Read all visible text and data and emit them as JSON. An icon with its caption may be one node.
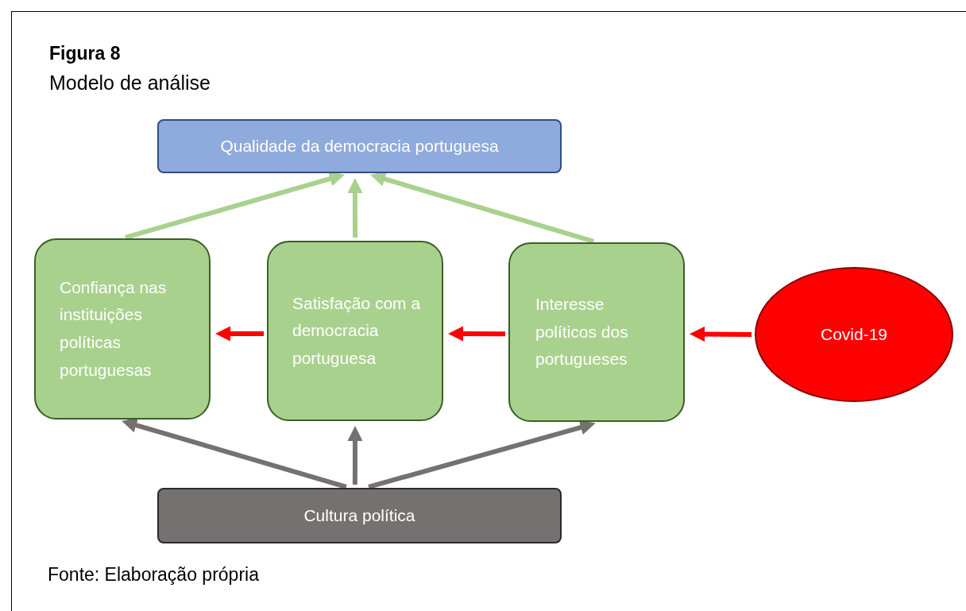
{
  "diagram": {
    "title": "Figura 8",
    "caption": "Fonte: Elaboração própria",
    "labels": [
      "Modelo de análise"
    ],
    "nodes": [
      {
        "text": [
          "Qualidade da democracia portuguesa"
        ]
      },
      {
        "text": [
          "Confiança nas instituições políticas portuguesas"
        ]
      },
      {
        "text": [
          "Satisfação com a democracia portuguesa"
        ]
      },
      {
        "text": [
          "Interesse políticos dos portugueses"
        ]
      },
      {
        "text": [
          "Covid-19"
        ]
      },
      {
        "text": [
          "Cultura política"
        ]
      }
    ],
    "edges": [
      {
        "from": 1,
        "to": 0,
        "arrow": "to",
        "color": "#a9d18e"
      },
      {
        "from": 2,
        "to": 0,
        "arrow": "to",
        "color": "#a9d18e"
      },
      {
        "from": 3,
        "to": 0,
        "arrow": "to",
        "color": "#a9d18e"
      },
      {
        "from": 2,
        "to": 1,
        "arrow": "to",
        "color": "#ff0000"
      },
      {
        "from": 3,
        "to": 2,
        "arrow": "to",
        "color": "#ff0000"
      },
      {
        "from": 4,
        "to": 3,
        "arrow": "to",
        "color": "#ff0000"
      },
      {
        "from": 5,
        "to": 1,
        "arrow": "to",
        "color": "#767171"
      },
      {
        "from": 5,
        "to": 2,
        "arrow": "to",
        "color": "#767171"
      },
      {
        "from": 5,
        "to": 3,
        "arrow": "to",
        "color": "#767171"
      }
    ]
  }
}
